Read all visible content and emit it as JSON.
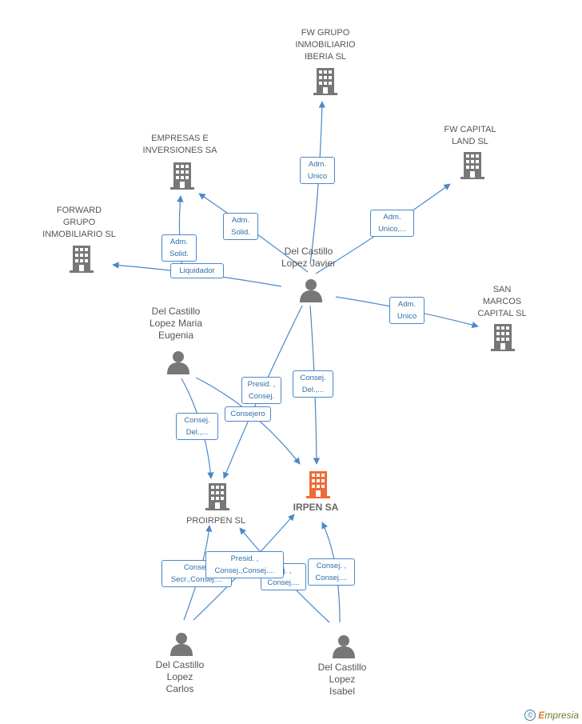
{
  "nodes": {
    "fw_grupo": {
      "label": "FW GRUPO\nINMOBILIARIO\nIBERIA SL",
      "icon": "building-icon"
    },
    "empresas": {
      "label": "EMPRESAS E\nINVERSIONES SA",
      "icon": "building-icon"
    },
    "fw_capital": {
      "label": "FW CAPITAL\nLAND  SL",
      "icon": "building-icon"
    },
    "forward": {
      "label": "FORWARD\nGRUPO\nINMOBILIARIO SL",
      "icon": "building-icon"
    },
    "san_marcos": {
      "label": "SAN\nMARCOS\nCAPITAL SL",
      "icon": "building-icon"
    },
    "javier": {
      "label": "Del Castillo\nLopez Javier",
      "icon": "person-icon"
    },
    "maria": {
      "label": "Del Castillo\nLopez Maria\nEugenia",
      "icon": "person-icon"
    },
    "proirpen": {
      "label": "PROIRPEN SL",
      "icon": "building-icon"
    },
    "irpen": {
      "label": "IRPEN SA",
      "icon": "building-icon",
      "highlight": "#f06a35"
    },
    "carlos": {
      "label": "Del Castillo\nLopez\nCarlos",
      "icon": "person-icon"
    },
    "isabel": {
      "label": "Del Castillo\nLopez\nIsabel",
      "icon": "person-icon"
    }
  },
  "edge_labels": {
    "e1": "Adm.\nUnico",
    "e2": "Adm.\nSolid.",
    "e3": "Adm.\nUnico,...",
    "e4": "Adm.\nSolid.",
    "e5": "Liquidador",
    "e6": "Adm.\nUnico",
    "e7": "Presid. ,\nConsej.",
    "e8": "Consej.\nDel.,...",
    "e9": "Consej.\nDel.,...",
    "e10": "Consejero",
    "e11": "Consej.\nSecr.,Consej....",
    "e12": "Presid. ,\nConsej.,Consej....",
    "e13": "sej. ,\nConsej....",
    "e14": "Consej. ,\nConsej...."
  },
  "colors": {
    "edge": "#4a88c9",
    "icon": "#777777",
    "highlight": "#f06a35"
  },
  "footer": {
    "copyright": "©",
    "brand_initial": "E",
    "brand_rest": "mpresia"
  }
}
